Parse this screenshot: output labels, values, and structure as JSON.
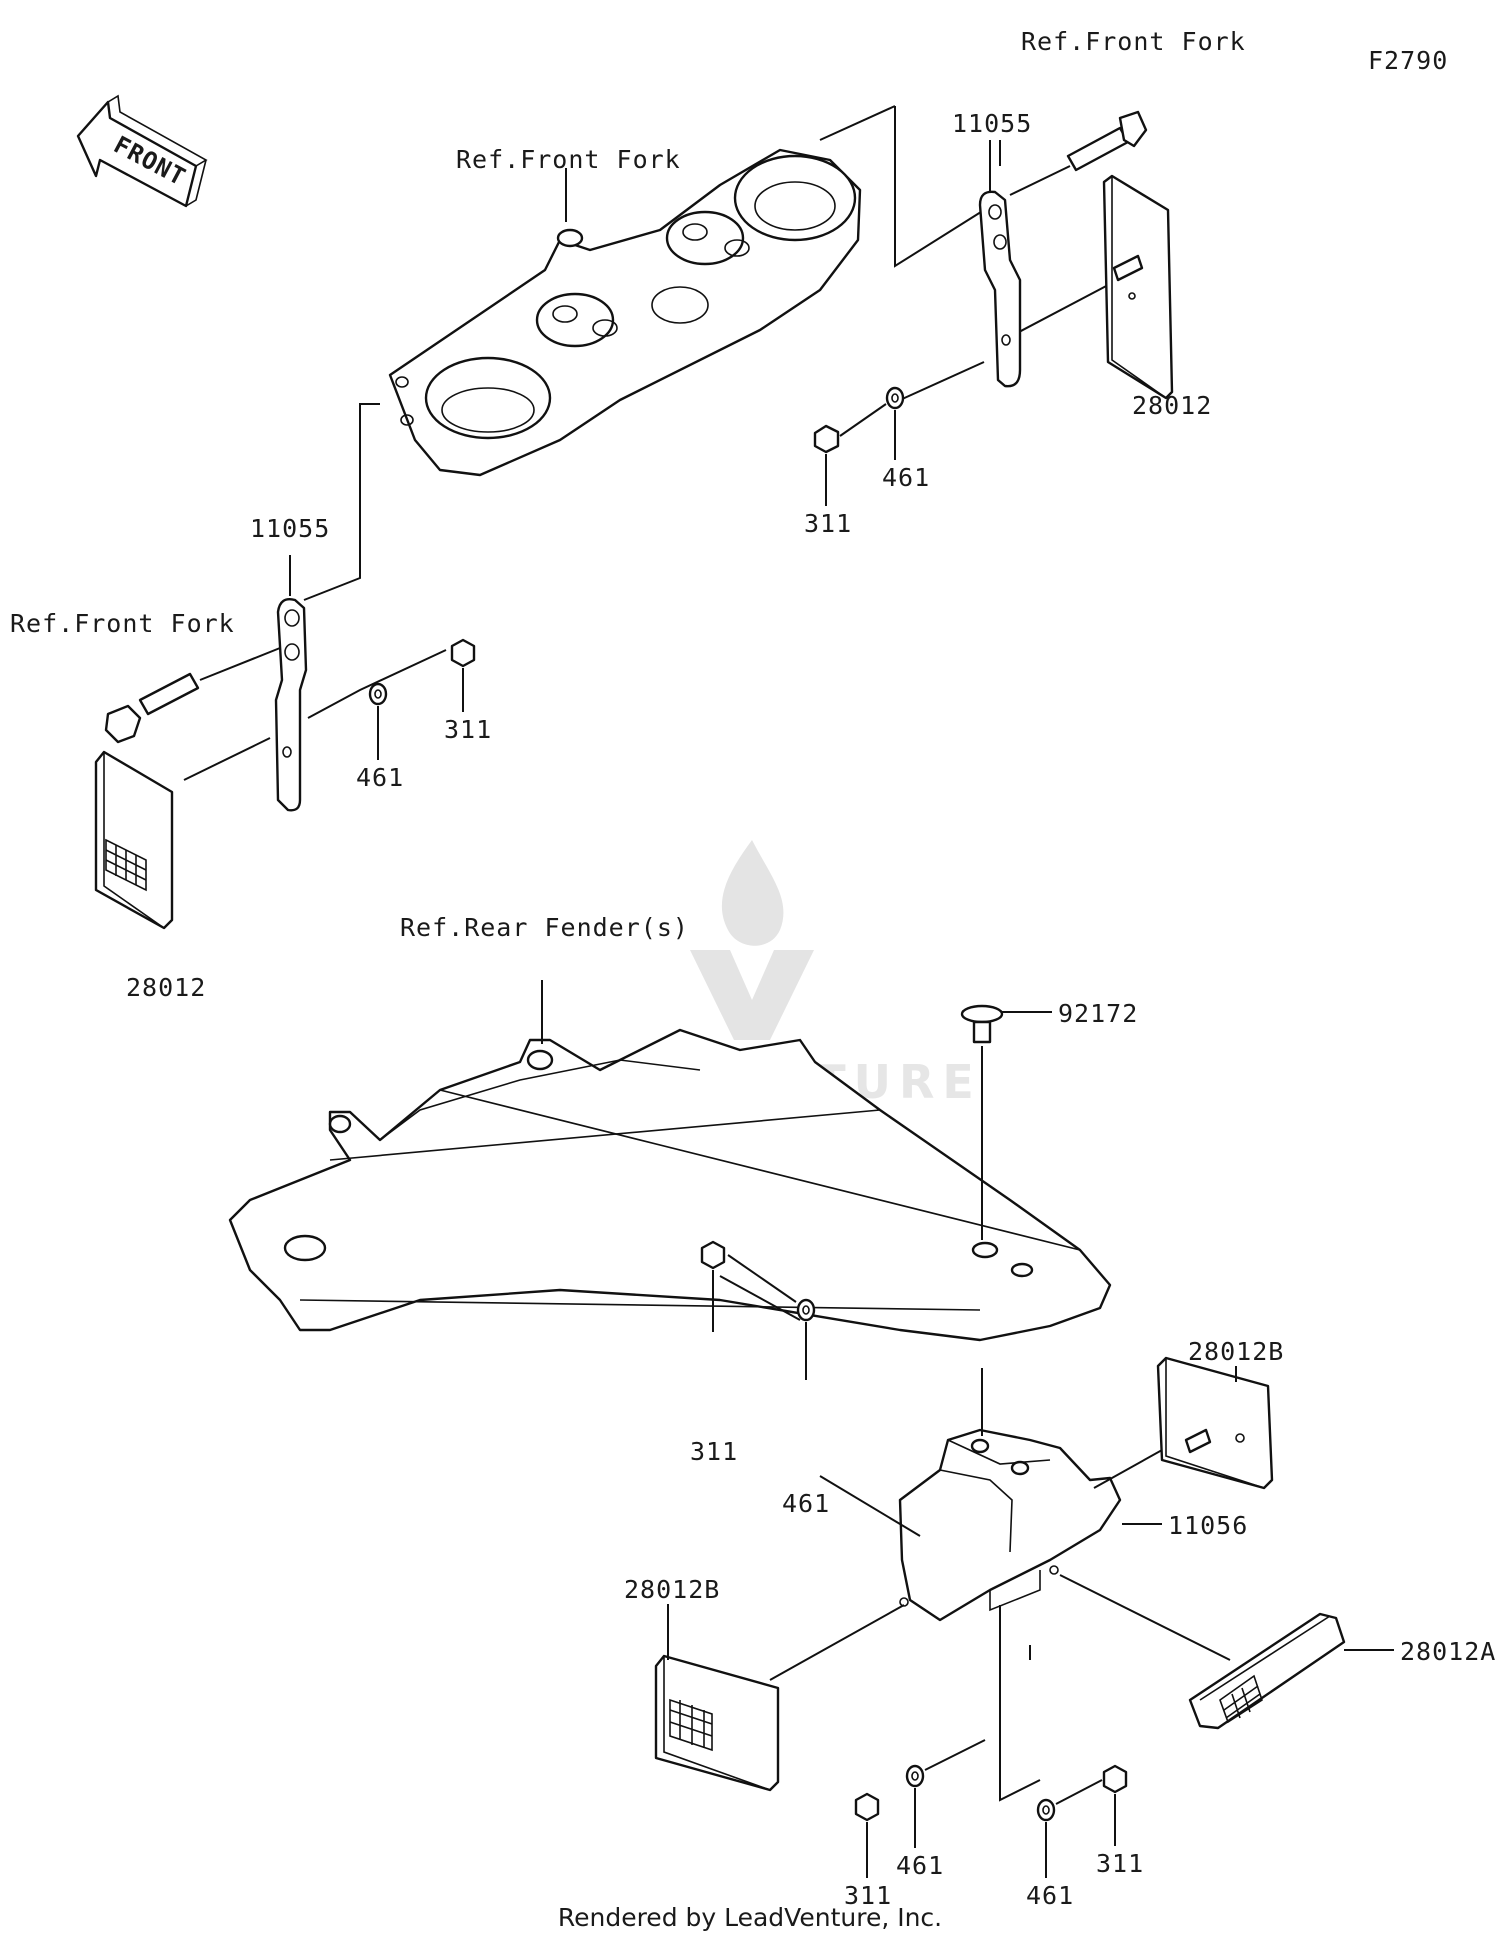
{
  "diagram_id": "F2790",
  "labels": {
    "ref_front_fork_top": "Ref.Front Fork",
    "ref_front_fork_mid": "Ref.Front Fork",
    "ref_front_fork_left": "Ref.Front Fork",
    "ref_rear_fender": "Ref.Rear Fender(s)",
    "bracket_upper_right": "11055",
    "bracket_upper_left": "11055",
    "reflector_upper_right": "28012",
    "reflector_left": "28012",
    "nut_upper_right": "311",
    "washer_upper_right": "461",
    "nut_left": "311",
    "washer_left": "461",
    "screw": "92172",
    "reflector_b_top": "28012B",
    "reflector_b_left": "28012B",
    "reflector_a": "28012A",
    "bracket_lower": "11056",
    "nut_lower_1": "311",
    "washer_lower_1": "461",
    "nut_lower_2": "311",
    "washer_lower_2": "461",
    "nut_lower_3": "311",
    "washer_lower_3": "461"
  },
  "front_arrow": "FRONT",
  "watermark": "LEADVENTURE",
  "footer": "Rendered by LeadVenture, Inc."
}
